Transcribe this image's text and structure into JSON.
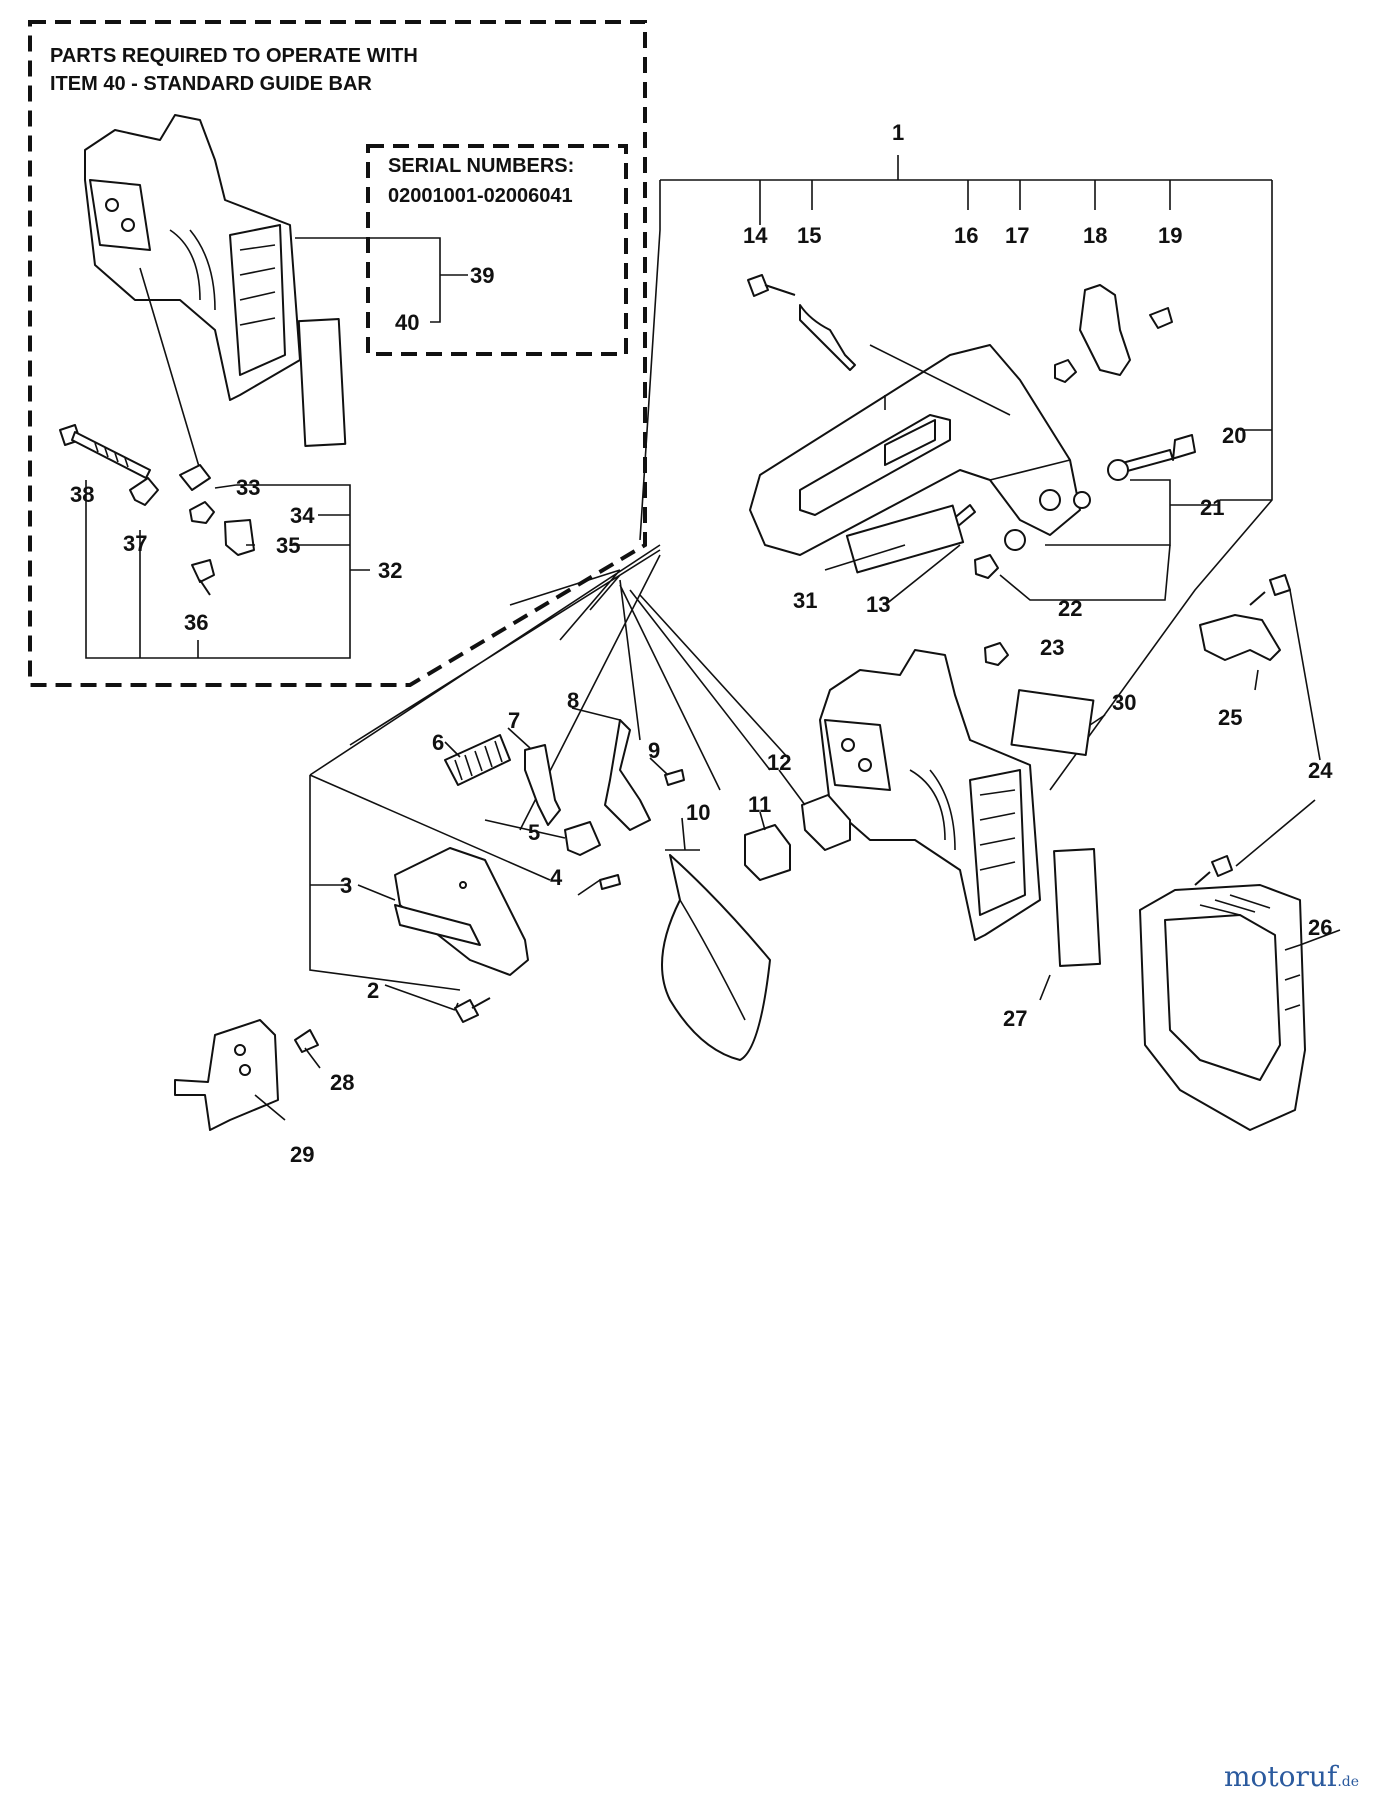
{
  "box_titles": {
    "guide_bar_line1": "PARTS REQUIRED TO OPERATE WITH",
    "guide_bar_line2": "ITEM 40 - STANDARD GUIDE BAR",
    "serial_line1": "SERIAL NUMBERS:",
    "serial_line2": "02001001-02006041"
  },
  "callouts": [
    "1",
    "2",
    "3",
    "4",
    "5",
    "6",
    "7",
    "8",
    "9",
    "10",
    "11",
    "12",
    "13",
    "14",
    "15",
    "16",
    "17",
    "18",
    "19",
    "20",
    "21",
    "22",
    "23",
    "24",
    "25",
    "26",
    "27",
    "28",
    "29",
    "30",
    "31",
    "32",
    "33",
    "34",
    "35",
    "36",
    "37",
    "38",
    "39",
    "40"
  ],
  "watermark": {
    "brand": "motoruf",
    "suffix": ".de"
  }
}
